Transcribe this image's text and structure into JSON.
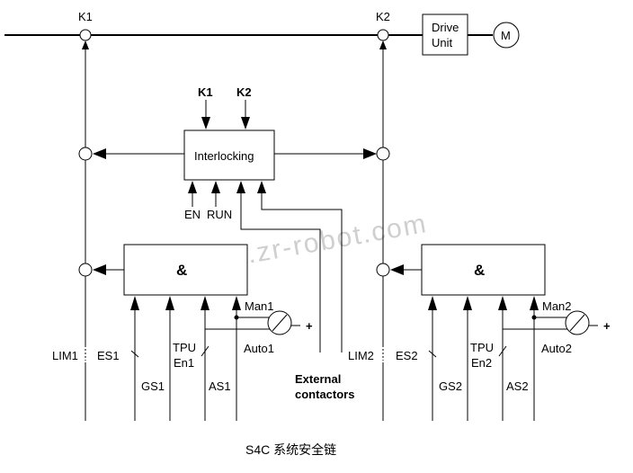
{
  "watermark": "www.zr-robot.com",
  "caption": "S4C 系统安全链",
  "contactors": {
    "k1": "K1",
    "k2": "K2"
  },
  "drive": {
    "line1": "Drive",
    "line2": "Unit",
    "motor": "M"
  },
  "interlocking": {
    "label": "Interlocking",
    "inputs_top": [
      "K1",
      "K2"
    ],
    "inputs_bottom": [
      "EN",
      "RUN"
    ]
  },
  "and_gate": "&",
  "left_chain": {
    "limit": "LIM1",
    "emergency": "ES1",
    "general": "GS1",
    "tpu": "TPU",
    "enable": "En1",
    "auto": "AS1",
    "man": "Man1",
    "auto_mode": "Auto1",
    "plus": "+"
  },
  "right_chain": {
    "limit": "LIM2",
    "emergency": "ES2",
    "general": "GS2",
    "tpu": "TPU",
    "enable": "En2",
    "auto": "AS2",
    "man": "Man2",
    "auto_mode": "Auto2",
    "plus": "+"
  },
  "external": {
    "line1": "External",
    "line2": "contactors"
  }
}
